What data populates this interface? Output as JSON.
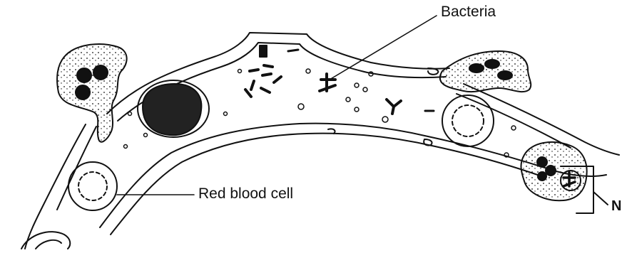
{
  "labels": {
    "bacteria": "Bacteria",
    "red_blood_cell": "Red blood cell",
    "n": "N"
  },
  "colors": {
    "ink": "#111111",
    "background": "#ffffff",
    "nucleus_fill": "#222222"
  }
}
